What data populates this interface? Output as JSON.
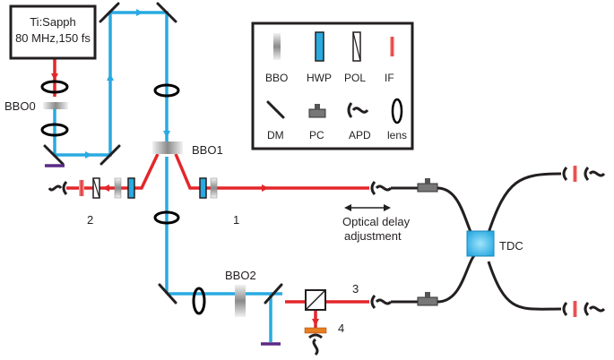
{
  "source": {
    "line1": "Ti:Sapph",
    "line2": "80 MHz,150 fs"
  },
  "crystals": {
    "bbo0": "BBO0",
    "bbo1": "BBO1",
    "bbo2": "BBO2"
  },
  "paths": {
    "p1": "1",
    "p2": "2",
    "p3": "3",
    "p4": "4"
  },
  "delay": {
    "line1": "Optical delay",
    "line2": "adjustment"
  },
  "tdc": "TDC",
  "legend": {
    "bbo": "BBO",
    "hwp": "HWP",
    "pol": "POL",
    "if": "IF",
    "dm": "DM",
    "pc": "PC",
    "apd": "APD",
    "lens": "lens"
  },
  "colors": {
    "pump_beam": "#29aae1",
    "downconverted_beam": "#e3262b",
    "fiber": "#231f20",
    "beam_dump": "#5b2a86",
    "tdc_box": "#29aae1"
  }
}
